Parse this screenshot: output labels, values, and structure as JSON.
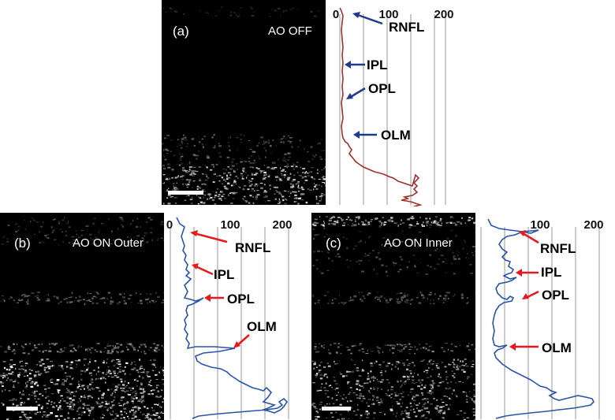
{
  "figure": {
    "panels": [
      {
        "id": "a",
        "label": "(a)",
        "condition": "AO OFF",
        "x_ticks": [
          "0",
          "100",
          "200"
        ],
        "arrow_color": "#1f3a8c",
        "profile_color": "#a0302a",
        "layers": [
          "RNFL",
          "IPL",
          "OPL",
          "OLM"
        ]
      },
      {
        "id": "b",
        "label": "(b)",
        "condition": "AO ON Outer",
        "x_ticks": [
          "0",
          "100",
          "200"
        ],
        "arrow_color": "#e8191e",
        "profile_color": "#2a54a8",
        "layers": [
          "RNFL",
          "IPL",
          "OPL",
          "OLM"
        ]
      },
      {
        "id": "c",
        "label": "(c)",
        "condition": "AO ON Inner",
        "x_ticks": [
          "0",
          "100",
          "200"
        ],
        "arrow_color": "#e8191e",
        "profile_color": "#2a54a8",
        "layers": [
          "RNFL",
          "IPL",
          "OPL",
          "OLM"
        ]
      }
    ]
  }
}
